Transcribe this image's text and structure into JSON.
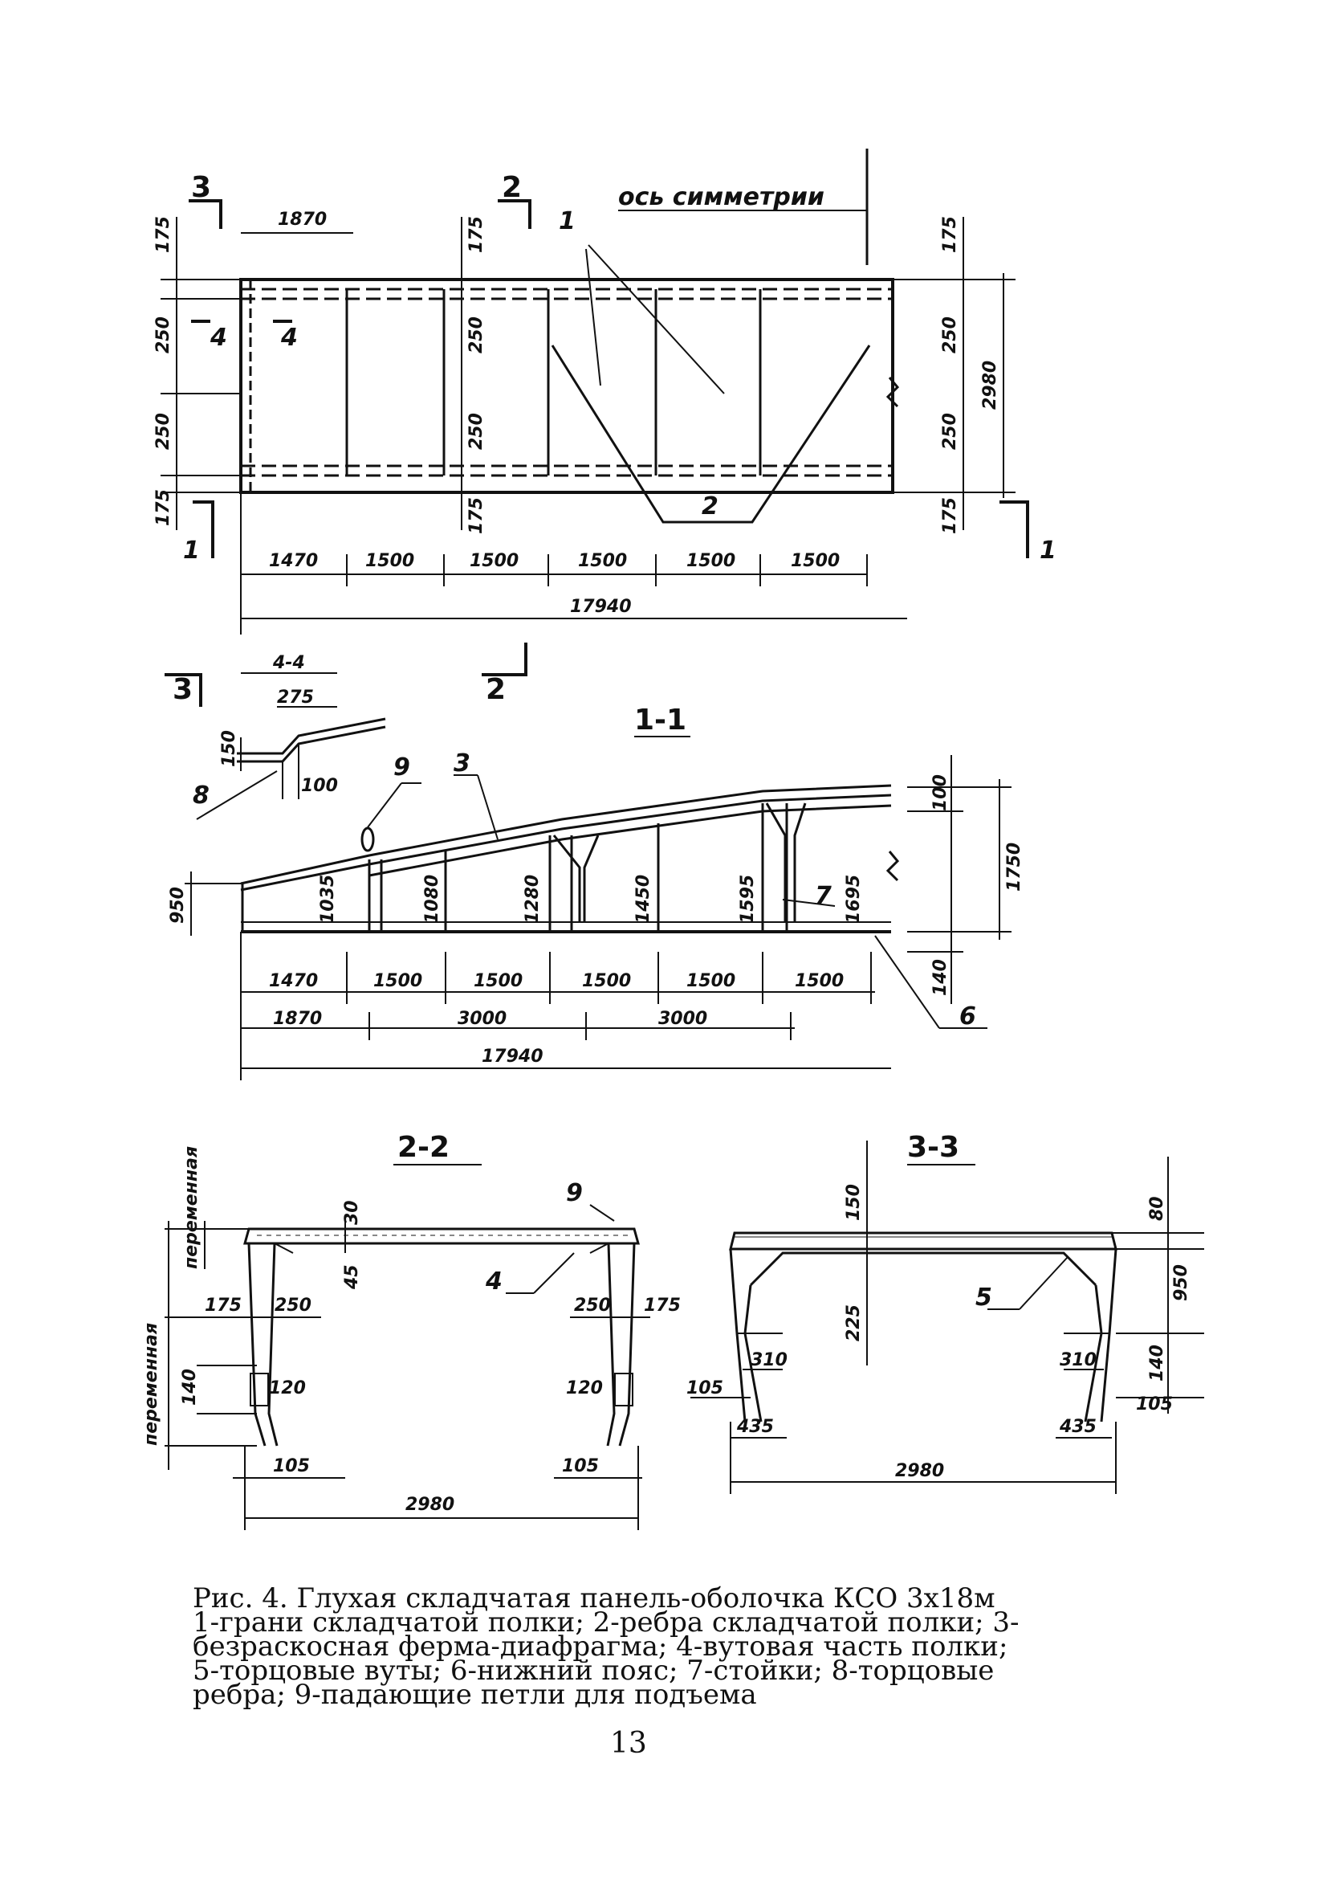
{
  "plan": {
    "axis_label": "ось симметрии",
    "section_marks": [
      "3",
      "2",
      "4",
      "4",
      "1",
      "1"
    ],
    "rib_labels": [
      "1",
      "2"
    ],
    "left_dims": [
      "175",
      "250",
      "250",
      "175"
    ],
    "mid_dims": [
      "175",
      "250",
      "250",
      "175"
    ],
    "right_dims": [
      "175",
      "250",
      "250",
      "175"
    ],
    "overall_height": "2980",
    "top_dim": "1870",
    "bottom_dims": [
      "1470",
      "1500",
      "1500",
      "1500",
      "1500",
      "1500"
    ],
    "total": "17940"
  },
  "section44": {
    "title": "4-4",
    "dims": [
      "275",
      "150",
      "100"
    ],
    "callout": "8"
  },
  "elevation": {
    "title": "1-1",
    "section_marks": [
      "3",
      "2"
    ],
    "callouts": [
      "9",
      "3",
      "7",
      "6"
    ],
    "heights": [
      "950",
      "1035",
      "1080",
      "1280",
      "1450",
      "1595",
      "1695"
    ],
    "right_dims": [
      "100",
      "1750",
      "140"
    ],
    "bottom_dims": [
      "1470",
      "1500",
      "1500",
      "1500",
      "1500",
      "1500"
    ],
    "group_dims": [
      "1870",
      "3000",
      "3000"
    ],
    "total": "17940"
  },
  "section22": {
    "title": "2-2",
    "callouts": [
      "9",
      "4"
    ],
    "side_labels": [
      "переменная",
      "переменная"
    ],
    "dims": [
      "30",
      "45",
      "175",
      "250",
      "250",
      "175",
      "140",
      "120",
      "120",
      "105",
      "105"
    ],
    "width": "2980"
  },
  "section33": {
    "title": "3-3",
    "callout": "5",
    "dims": [
      "150",
      "80",
      "225",
      "950",
      "310",
      "310",
      "140",
      "105",
      "105",
      "435",
      "435"
    ],
    "width": "2980"
  },
  "caption": {
    "lines": [
      "Рис. 4. Глухая складчатая панель-оболочка КСО 3х18м",
      "1-грани складчатой полки; 2-ребра складчатой полки; 3-",
      "безраскосная ферма-диафрагма; 4-вутовая часть полки;",
      "5-торцовые вуты; 6-нижний пояс; 7-стойки; 8-торцовые",
      "ребра; 9-падающие петли для подъема"
    ]
  },
  "page_number": "13"
}
